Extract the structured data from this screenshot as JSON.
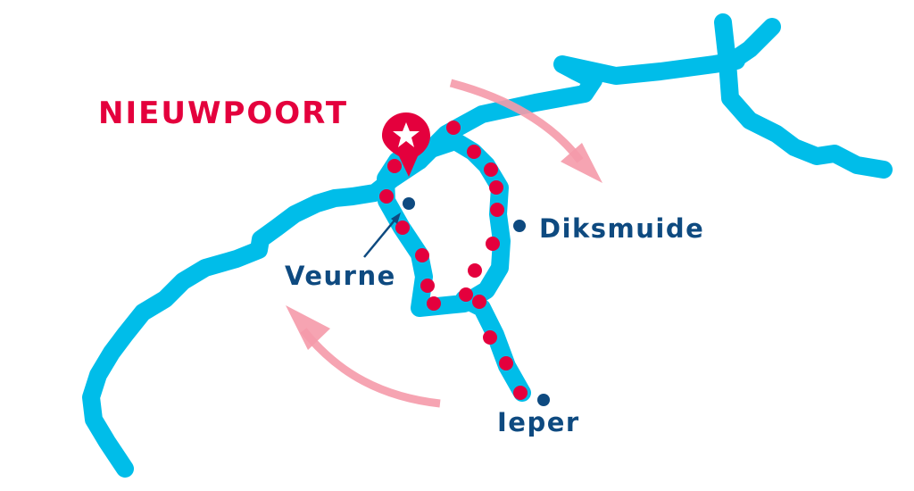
{
  "map": {
    "start_city": "NIEUWPOORT",
    "cities": [
      {
        "name": "Diksmuide"
      },
      {
        "name": "Veurne"
      },
      {
        "name": "Ieper"
      }
    ],
    "colors": {
      "canal": "#00bde9",
      "route_dot": "#e4003d",
      "start_marker": "#e4003d",
      "city_dot": "#0e4a80",
      "direction_arrow": "#f59aaa"
    },
    "start_marker_icon": "star-pin",
    "direction": "clockwise-loop"
  }
}
